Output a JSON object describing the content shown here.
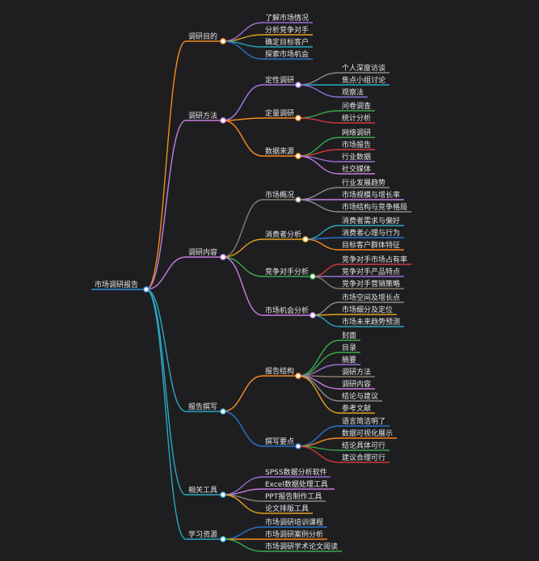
{
  "mindmap": {
    "root": "市场调研报告",
    "branches": [
      {
        "label": "调研目的",
        "color": "#f58a1f",
        "children": [
          {
            "label": "了解市场情况",
            "color": "#9b6fd1"
          },
          {
            "label": "分析竞争对手",
            "color": "#e3a21a"
          },
          {
            "label": "确定目标客户",
            "color": "#2aa8c4"
          },
          {
            "label": "探索市场机会",
            "color": "#2a73c9"
          }
        ]
      },
      {
        "label": "调研方法",
        "color": "#c77ee0",
        "children": [
          {
            "label": "定性调研",
            "color": "#a977e0",
            "children": [
              {
                "label": "个人深度访谈",
                "color": "#8a8a8a"
              },
              {
                "label": "焦点小组讨论",
                "color": "#2aa8c4"
              },
              {
                "label": "观察法",
                "color": "#8a6fd1"
              }
            ]
          },
          {
            "label": "定量调研",
            "color": "#f58a1f",
            "children": [
              {
                "label": "问卷调查",
                "color": "#3aa84a"
              },
              {
                "label": "统计分析",
                "color": "#d23a3a"
              }
            ]
          },
          {
            "label": "数据来源",
            "color": "#f58a1f",
            "children": [
              {
                "label": "网络调研",
                "color": "#3aa84a"
              },
              {
                "label": "市场报告",
                "color": "#d23a3a"
              },
              {
                "label": "行业数据",
                "color": "#9b6fd1"
              },
              {
                "label": "社交媒体",
                "color": "#c77ee0"
              }
            ]
          }
        ]
      },
      {
        "label": "调研内容",
        "color": "#c77ee0",
        "children": [
          {
            "label": "市场概况",
            "color": "#8a7a6a",
            "children": [
              {
                "label": "行业发展趋势",
                "color": "#8a8a8a"
              },
              {
                "label": "市场规模与增长率",
                "color": "#c77ee0"
              },
              {
                "label": "市场结构与竞争格局",
                "color": "#8a8a8a"
              }
            ]
          },
          {
            "label": "消费者分析",
            "color": "#e3a21a",
            "children": [
              {
                "label": "消费者需求与偏好",
                "color": "#2aa8c4"
              },
              {
                "label": "消费者心理与行为",
                "color": "#2a73c9"
              },
              {
                "label": "目标客户群体特征",
                "color": "#f58a1f"
              }
            ]
          },
          {
            "label": "竞争对手分析",
            "color": "#3aa84a",
            "children": [
              {
                "label": "竞争对手市场占有率",
                "color": "#d23a3a"
              },
              {
                "label": "竞争对手产品特点",
                "color": "#9b6fd1"
              },
              {
                "label": "竞争对手营销策略",
                "color": "#8a7a6a"
              }
            ]
          },
          {
            "label": "市场机会分析",
            "color": "#c77ee0",
            "children": [
              {
                "label": "市场空间及增长点",
                "color": "#8a8a8a"
              },
              {
                "label": "市场细分及定位",
                "color": "#e3a21a"
              },
              {
                "label": "市场未来趋势预测",
                "color": "#2aa8c4"
              }
            ]
          }
        ]
      },
      {
        "label": "报告撰写",
        "color": "#2aa8c4",
        "children": [
          {
            "label": "报告结构",
            "color": "#f58a1f",
            "children": [
              {
                "label": "封面",
                "color": "#3aa84a"
              },
              {
                "label": "目录",
                "color": "#3aa84a"
              },
              {
                "label": "摘要",
                "color": "#9b6fd1"
              },
              {
                "label": "调研方法",
                "color": "#8a7a6a"
              },
              {
                "label": "调研内容",
                "color": "#c77ee0"
              },
              {
                "label": "结论与建议",
                "color": "#8a8a8a"
              },
              {
                "label": "参考文献",
                "color": "#e3a21a"
              }
            ]
          },
          {
            "label": "撰写要点",
            "color": "#2a73c9",
            "children": [
              {
                "label": "语言简洁明了",
                "color": "#2a73c9"
              },
              {
                "label": "数据可视化展示",
                "color": "#f58a1f"
              },
              {
                "label": "结论具体可行",
                "color": "#3aa84a"
              },
              {
                "label": "建议合理可行",
                "color": "#d23a3a"
              }
            ]
          }
        ]
      },
      {
        "label": "相关工具",
        "color": "#2aa8c4",
        "children": [
          {
            "label": "SPSS数据分析软件",
            "color": "#9b6fd1"
          },
          {
            "label": "Excel数据处理工具",
            "color": "#c77ee0"
          },
          {
            "label": "PPT报告制作工具",
            "color": "#8a8a8a"
          },
          {
            "label": "论文排版工具",
            "color": "#e3a21a"
          }
        ]
      },
      {
        "label": "学习资源",
        "color": "#2aa8c4",
        "children": [
          {
            "label": "市场调研培训课程",
            "color": "#2a73c9"
          },
          {
            "label": "市场调研案例分析",
            "color": "#f58a1f"
          },
          {
            "label": "市场调研学术论文阅读",
            "color": "#3aa84a"
          }
        ]
      }
    ]
  }
}
